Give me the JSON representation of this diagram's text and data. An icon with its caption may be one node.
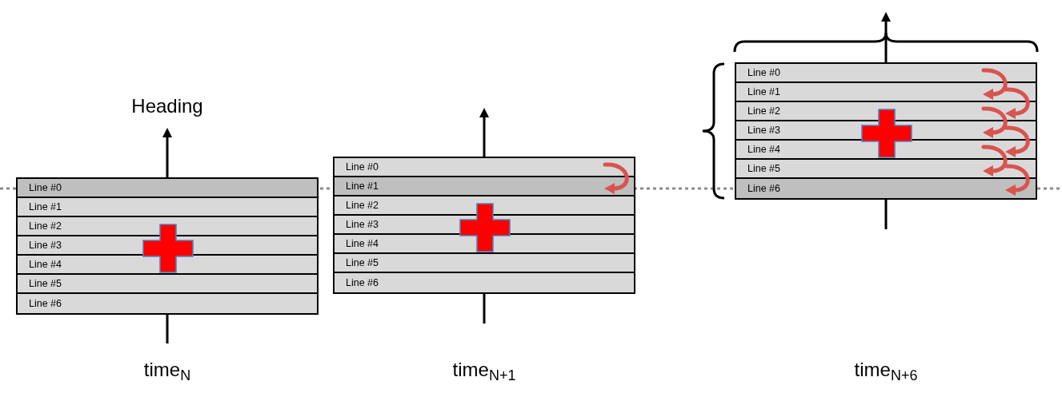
{
  "diagram": {
    "nodes": [
      {
        "text": [],
        "shape": "box"
      },
      {
        "text": [
          "Line #0"
        ],
        "in": 0
      },
      {
        "text": [
          "Line #1"
        ],
        "in": 0
      },
      {
        "text": [
          "Line #2"
        ],
        "in": 0
      },
      {
        "text": [
          "Line #3"
        ],
        "in": 0
      },
      {
        "text": [
          "Line #4"
        ],
        "in": 0
      },
      {
        "text": [
          "Line #5"
        ],
        "in": 0
      },
      {
        "text": [
          "Line #6"
        ],
        "in": 0
      },
      {
        "text": [],
        "shape": "box"
      },
      {
        "text": [
          "Line #0"
        ],
        "in": 8
      },
      {
        "text": [
          "Line #1"
        ],
        "in": 8
      },
      {
        "text": [
          "Line #2"
        ],
        "in": 8
      },
      {
        "text": [
          "Line #3"
        ],
        "in": 8
      },
      {
        "text": [
          "Line #4"
        ],
        "in": 8
      },
      {
        "text": [
          "Line #5"
        ],
        "in": 8
      },
      {
        "text": [
          "Line #6"
        ],
        "in": 8
      },
      {
        "text": [],
        "shape": "box"
      },
      {
        "text": [
          "Line #0"
        ],
        "in": 16
      },
      {
        "text": [
          "Line #1"
        ],
        "in": 16
      },
      {
        "text": [
          "Line #2"
        ],
        "in": 16
      },
      {
        "text": [
          "Line #3"
        ],
        "in": 16
      },
      {
        "text": [
          "Line #4"
        ],
        "in": 16
      },
      {
        "text": [
          "Line #5"
        ],
        "in": 16
      },
      {
        "text": [
          "Line #6"
        ],
        "in": 16
      }
    ],
    "edges": [
      {
        "from": 9,
        "to": 10,
        "arrow": "to"
      },
      {
        "from": 17,
        "to": 18,
        "arrow": "to"
      },
      {
        "from": 18,
        "to": 19,
        "arrow": "to"
      },
      {
        "from": 19,
        "to": 20,
        "arrow": "to"
      },
      {
        "from": 20,
        "to": 21,
        "arrow": "to"
      },
      {
        "from": 21,
        "to": 22,
        "arrow": "to"
      },
      {
        "from": 22,
        "to": 23,
        "arrow": "to"
      }
    ],
    "labels": [
      "Heading",
      "time$_{N}$",
      "time$_{N+1}$",
      "time$_{N+6}$"
    ]
  }
}
